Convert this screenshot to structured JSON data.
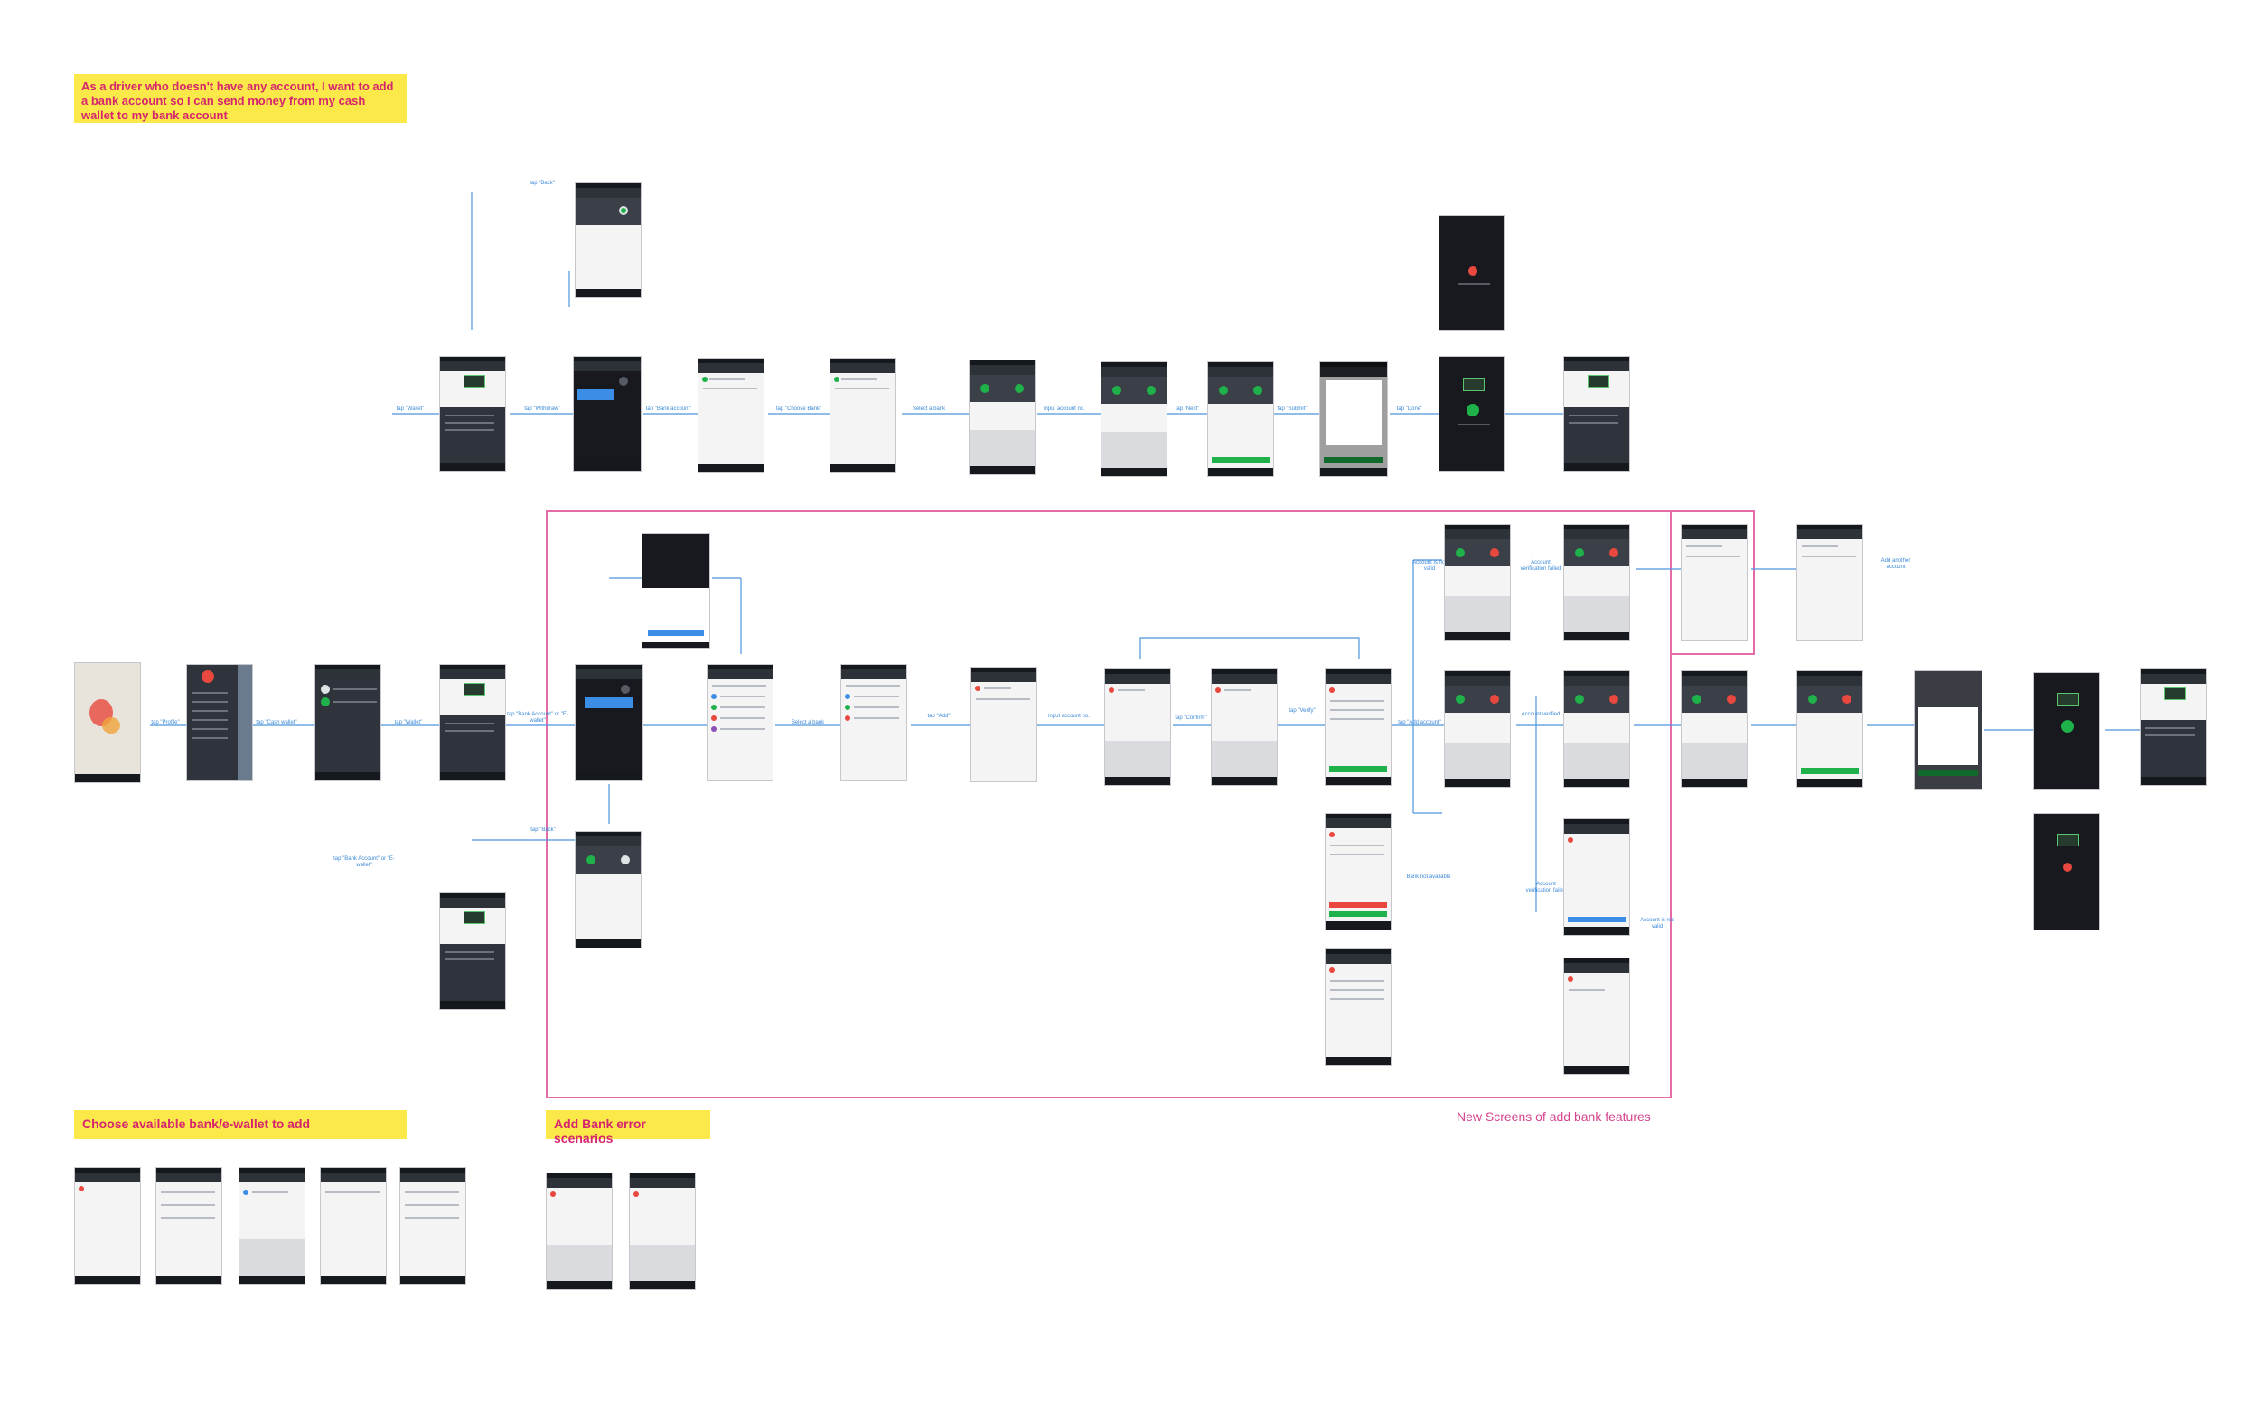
{
  "stickies": {
    "main": "As a driver who doesn't have any account, I want to add a bank account so I can send money from my cash wallet to my bank account",
    "choose": "Choose available bank/e-wallet to add",
    "errors": "Add Bank error scenarios"
  },
  "region_label": "New Screens of add bank features",
  "flow_notes": [
    "tap \"Back\"",
    "tap \"Bank Account\" or \"E-wallet\"",
    "tap \"Bank account\"",
    "tap \"Choose Bank\"",
    "Select a bank",
    "tap \"Add\"",
    "input account no.",
    "tap \"Confirm\"",
    "tap \"Next\"",
    "tap \"Done\"",
    "tap \"Add account\"",
    "tap \"Cash wallet\"",
    "tap \"Profile\"",
    "tap \"Wallet\"",
    "tap \"Withdraw\"",
    "tap \"Submit\"",
    "tap \"Verify\"",
    "Account verification failed",
    "Account is not valid",
    "Account verified",
    "Bank not available",
    "Add another account"
  ]
}
